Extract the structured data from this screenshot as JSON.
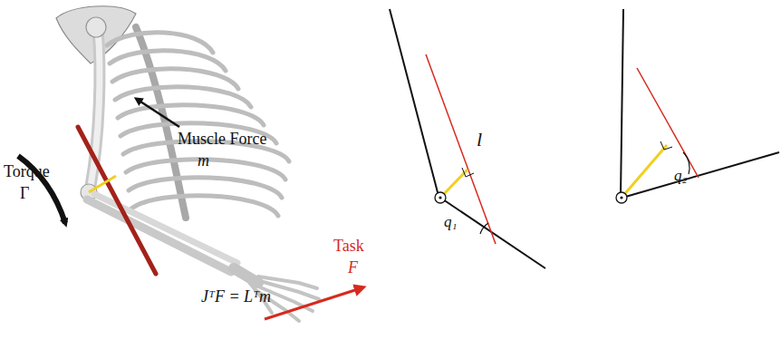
{
  "diagram": {
    "labels": [
      "Torque",
      "Γ",
      "Muscle Force",
      "m",
      "Task",
      "F",
      "JᵀF = Lᵀm",
      "l",
      "q₁",
      "q₂"
    ]
  }
}
